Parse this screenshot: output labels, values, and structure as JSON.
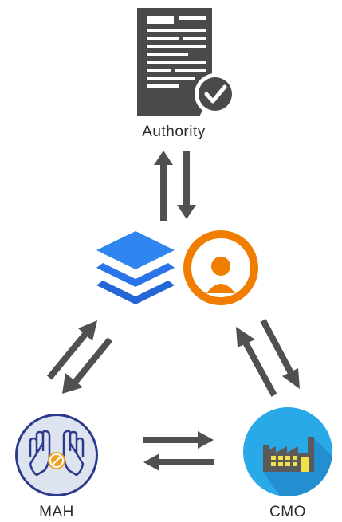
{
  "nodes": {
    "authority": {
      "label": "Authority",
      "icon": "document-check-icon"
    },
    "platform": {
      "icons": [
        "stacked-layers-icon",
        "orange-circle-keyhole-icon"
      ]
    },
    "mah": {
      "label": "MAH",
      "icon": "hands-pill-icon"
    },
    "cmo": {
      "label": "CMO",
      "icon": "factory-icon"
    }
  },
  "colors": {
    "document": "#4a4a4a",
    "layers": "#2a73e8",
    "orange": "#f07d00",
    "cmo_circle": "#2aa9e8",
    "mah_circle": "#dde3ef",
    "arrow": "#505050"
  }
}
